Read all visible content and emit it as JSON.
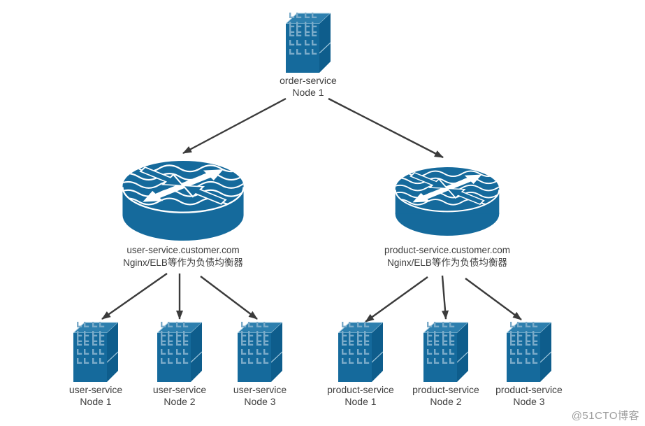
{
  "root_node": {
    "name": "order-service",
    "node": "Node 1"
  },
  "load_balancers": [
    {
      "domain": "user-service.customer.com",
      "caption": "Nginx/ELB等作为负债均衡器"
    },
    {
      "domain": "product-service.customer.com",
      "caption": "Nginx/ELB等作为负债均衡器"
    }
  ],
  "service_nodes": {
    "user": [
      {
        "name": "user-service",
        "node": "Node 1"
      },
      {
        "name": "user-service",
        "node": "Node 2"
      },
      {
        "name": "user-service",
        "node": "Node 3"
      }
    ],
    "product": [
      {
        "name": "product-service",
        "node": "Node 1"
      },
      {
        "name": "product-service",
        "node": "Node 2"
      },
      {
        "name": "product-service",
        "node": "Node 3"
      }
    ]
  },
  "watermark": "@51CTO博客",
  "colors": {
    "primary_blue": "#156a9c",
    "building_top": "#2d7fae",
    "building_side": "#0e5d8c",
    "window_blue": "#7babc9",
    "connector": "#3b3b3b",
    "label_text": "#3d3d3d",
    "watermark_gray": "#9c9c9c"
  }
}
